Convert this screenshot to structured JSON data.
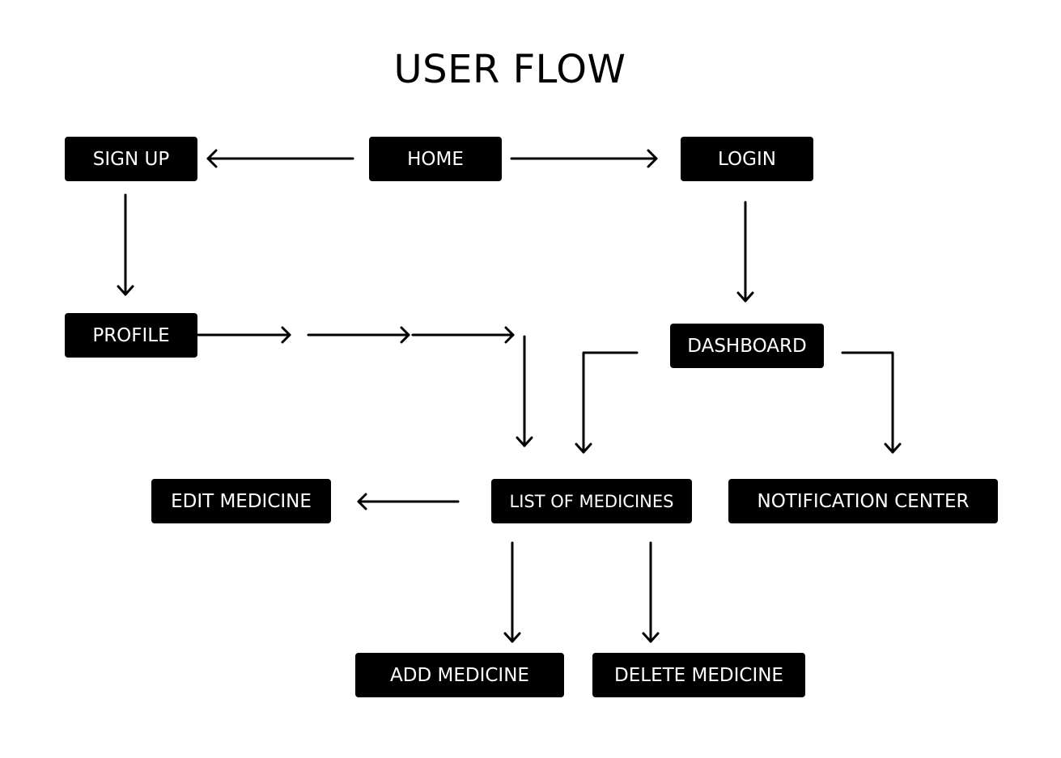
{
  "title": "USER FLOW",
  "nodes": {
    "signup": "SIGN UP",
    "home": "HOME",
    "login": "LOGIN",
    "profile": "PROFILE",
    "dashboard": "DASHBOARD",
    "edit_medicine": "EDIT MEDICINE",
    "list_of_medicines": "LIST OF MEDICINES",
    "notification_center": "NOTIFICATION CENTER",
    "add_medicine": "ADD MEDICINE",
    "delete_medicine": "DELETE MEDICINE"
  },
  "colors": {
    "node_fill": "#000000",
    "node_text": "#ffffff",
    "arrow": "#000000",
    "background": "#ffffff"
  }
}
